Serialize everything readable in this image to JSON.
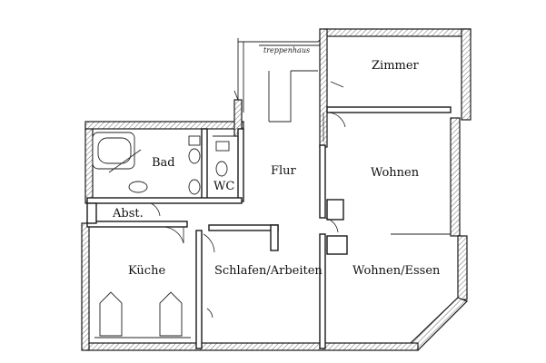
{
  "plan": {
    "rooms": {
      "zimmer": "Zimmer",
      "bad": "Bad",
      "wc": "WC",
      "flur": "Flur",
      "wohnen": "Wohnen",
      "abst": "Abst.",
      "kueche": "Küche",
      "schlafen": "Schlafen/Arbeiten",
      "wohnen_essen": "Wohnen/Essen"
    },
    "stair_note": "treppenhaus"
  }
}
